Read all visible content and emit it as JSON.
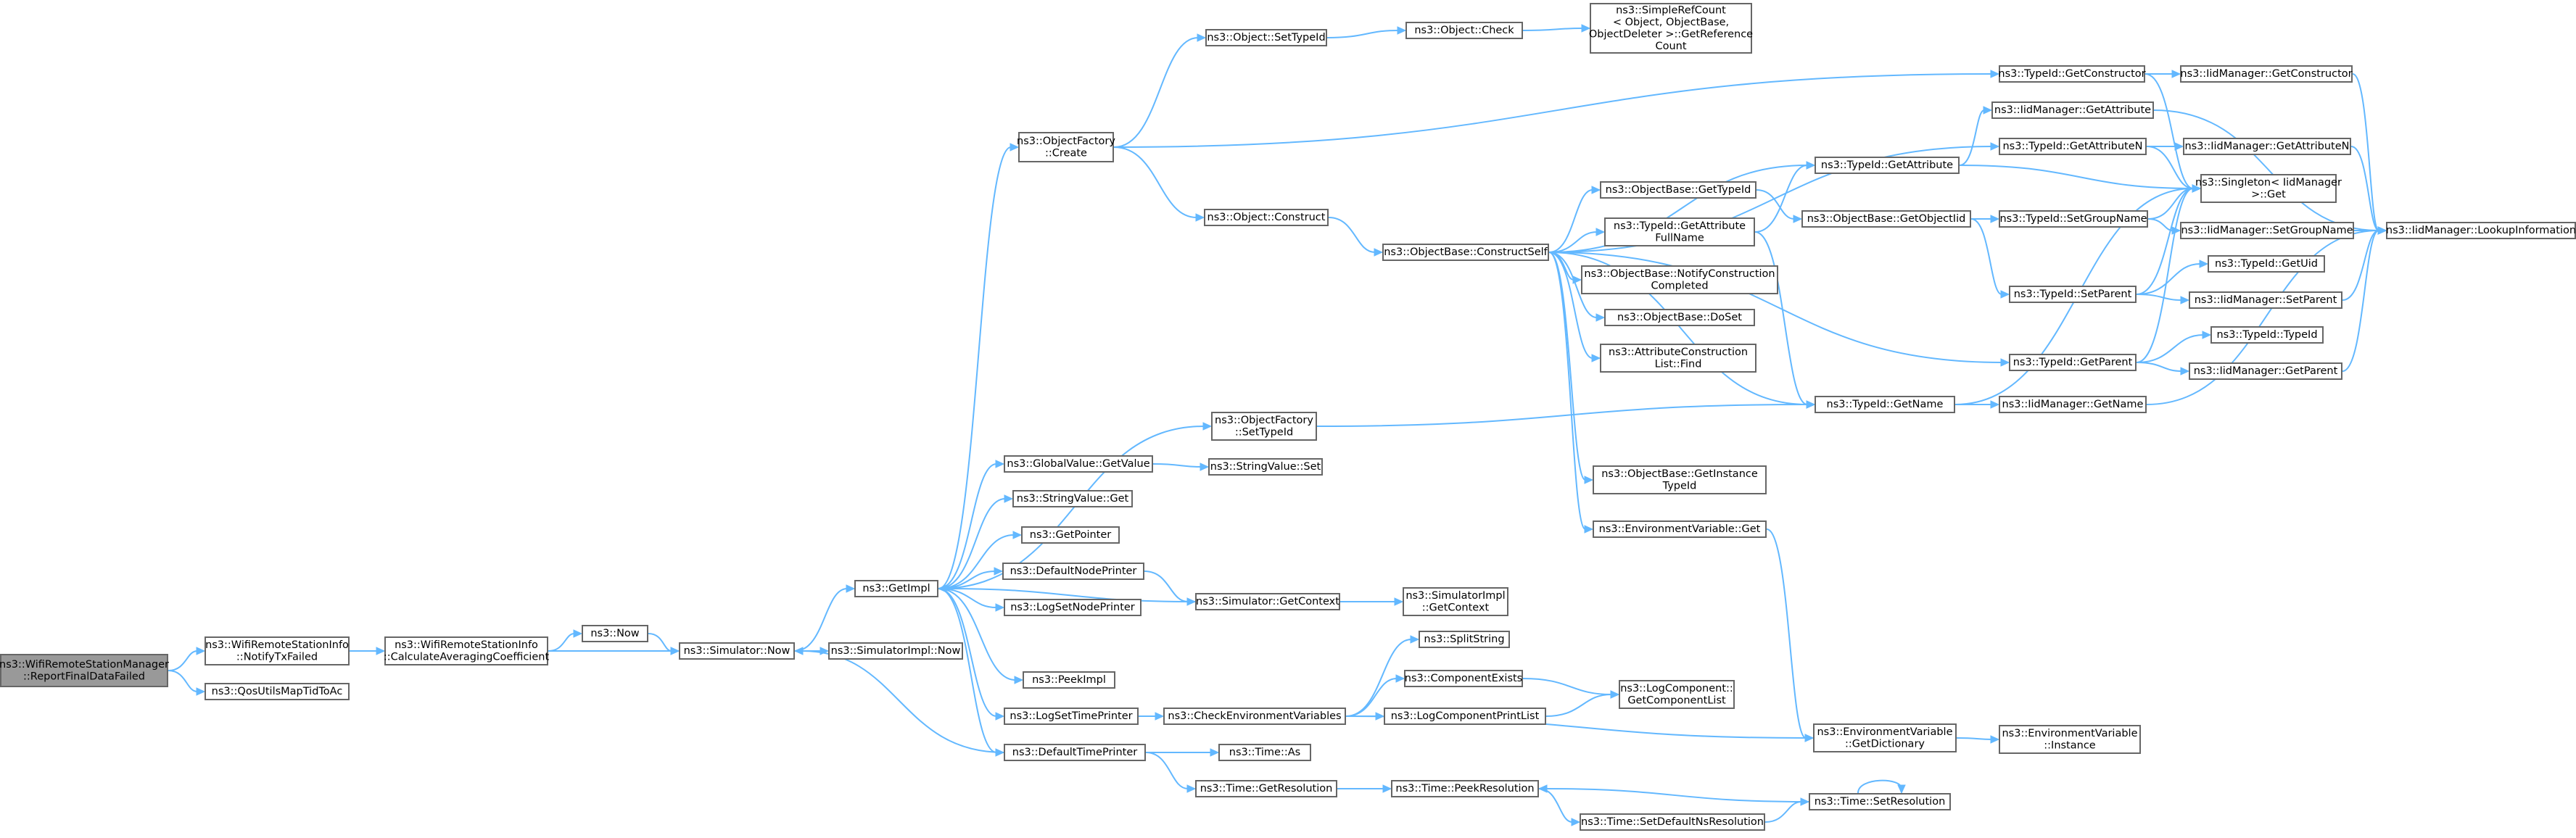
{
  "nodes": [
    {
      "id": "root",
      "lines": [
        "ns3::WifiRemoteStationManager",
        "::ReportFinalDataFailed"
      ],
      "root": true
    },
    {
      "id": "notify",
      "lines": [
        "ns3::WifiRemoteStationInfo",
        "::NotifyTxFailed"
      ]
    },
    {
      "id": "qos",
      "lines": [
        "ns3::QosUtilsMapTidToAc"
      ]
    },
    {
      "id": "calc",
      "lines": [
        "ns3::WifiRemoteStationInfo",
        "::CalculateAveragingCoefficient"
      ]
    },
    {
      "id": "now",
      "lines": [
        "ns3::Now"
      ]
    },
    {
      "id": "simnow",
      "lines": [
        "ns3::Simulator::Now"
      ]
    },
    {
      "id": "getimpl",
      "lines": [
        "ns3::GetImpl"
      ]
    },
    {
      "id": "simimplnow",
      "lines": [
        "ns3::SimulatorImpl::Now"
      ]
    },
    {
      "id": "ofcreate",
      "lines": [
        "ns3::ObjectFactory",
        "::Create"
      ]
    },
    {
      "id": "ofsettypeid",
      "lines": [
        "ns3::ObjectFactory",
        "::SetTypeId"
      ]
    },
    {
      "id": "gvgetvalue",
      "lines": [
        "ns3::GlobalValue::GetValue"
      ]
    },
    {
      "id": "svget",
      "lines": [
        "ns3::StringValue::Get"
      ]
    },
    {
      "id": "getpointer",
      "lines": [
        "ns3::GetPointer"
      ]
    },
    {
      "id": "defnodeprinter",
      "lines": [
        "ns3::DefaultNodePrinter"
      ]
    },
    {
      "id": "logsetnodeprinter",
      "lines": [
        "ns3::LogSetNodePrinter"
      ]
    },
    {
      "id": "peekimpl",
      "lines": [
        "ns3::PeekImpl"
      ]
    },
    {
      "id": "logsettimeprinter",
      "lines": [
        "ns3::LogSetTimePrinter"
      ]
    },
    {
      "id": "deftimeprinter",
      "lines": [
        "ns3::DefaultTimePrinter"
      ]
    },
    {
      "id": "objsettypeid",
      "lines": [
        "ns3::Object::SetTypeId"
      ]
    },
    {
      "id": "objconstruct",
      "lines": [
        "ns3::Object::Construct"
      ]
    },
    {
      "id": "svset",
      "lines": [
        "ns3::StringValue::Set"
      ]
    },
    {
      "id": "simgetcontext",
      "lines": [
        "ns3::Simulator::GetContext"
      ]
    },
    {
      "id": "checkenv",
      "lines": [
        "ns3::CheckEnvironmentVariables"
      ]
    },
    {
      "id": "timeas",
      "lines": [
        "ns3::Time::As"
      ]
    },
    {
      "id": "timegetres",
      "lines": [
        "ns3::Time::GetResolution"
      ]
    },
    {
      "id": "objcheck",
      "lines": [
        "ns3::Object::Check"
      ]
    },
    {
      "id": "obconstructself",
      "lines": [
        "ns3::ObjectBase::ConstructSelf"
      ]
    },
    {
      "id": "simimplgetcontext",
      "lines": [
        "ns3::SimulatorImpl",
        "::GetContext"
      ]
    },
    {
      "id": "splitstring",
      "lines": [
        "ns3::SplitString"
      ]
    },
    {
      "id": "compexists",
      "lines": [
        "ns3::ComponentExists"
      ]
    },
    {
      "id": "logcompprintlist",
      "lines": [
        "ns3::LogComponentPrintList"
      ]
    },
    {
      "id": "timepeekres",
      "lines": [
        "ns3::Time::PeekResolution"
      ]
    },
    {
      "id": "timesetdefns",
      "lines": [
        "ns3::Time::SetDefaultNsResolution"
      ]
    },
    {
      "id": "simplerefcount",
      "lines": [
        "ns3::SimpleRefCount",
        "< Object, ObjectBase,",
        "ObjectDeleter >::GetReference",
        "Count"
      ]
    },
    {
      "id": "obgettypeid",
      "lines": [
        "ns3::ObjectBase::GetTypeId"
      ]
    },
    {
      "id": "tidgetattrfullname",
      "lines": [
        "ns3::TypeId::GetAttribute",
        "FullName"
      ]
    },
    {
      "id": "obnotifyconstruction",
      "lines": [
        "ns3::ObjectBase::NotifyConstruction",
        "Completed"
      ]
    },
    {
      "id": "obdoset",
      "lines": [
        "ns3::ObjectBase::DoSet"
      ]
    },
    {
      "id": "attrconstructfind",
      "lines": [
        "ns3::AttributeConstruction",
        "List::Find"
      ]
    },
    {
      "id": "obgetinstancetypeid",
      "lines": [
        "ns3::ObjectBase::GetInstance",
        "TypeId"
      ]
    },
    {
      "id": "envget",
      "lines": [
        "ns3::EnvironmentVariable::Get"
      ]
    },
    {
      "id": "logcompgetlist",
      "lines": [
        "ns3::LogComponent::",
        "GetComponentList"
      ]
    },
    {
      "id": "timesetres",
      "lines": [
        "ns3::Time::SetResolution"
      ]
    },
    {
      "id": "tidgetattribute",
      "lines": [
        "ns3::TypeId::GetAttribute"
      ]
    },
    {
      "id": "obgetobjectiid",
      "lines": [
        "ns3::ObjectBase::GetObjectIid"
      ]
    },
    {
      "id": "tidgetname",
      "lines": [
        "ns3::TypeId::GetName"
      ]
    },
    {
      "id": "envgetdict",
      "lines": [
        "ns3::EnvironmentVariable",
        "::GetDictionary"
      ]
    },
    {
      "id": "tidgetconstructor",
      "lines": [
        "ns3::TypeId::GetConstructor"
      ]
    },
    {
      "id": "iidgetattribute",
      "lines": [
        "ns3::IidManager::GetAttribute"
      ]
    },
    {
      "id": "tidgetattributen",
      "lines": [
        "ns3::TypeId::GetAttributeN"
      ]
    },
    {
      "id": "tidsetgroupname",
      "lines": [
        "ns3::TypeId::SetGroupName"
      ]
    },
    {
      "id": "tidsetparent",
      "lines": [
        "ns3::TypeId::SetParent"
      ]
    },
    {
      "id": "tidgetparent",
      "lines": [
        "ns3::TypeId::GetParent"
      ]
    },
    {
      "id": "iidgetname",
      "lines": [
        "ns3::IidManager::GetName"
      ]
    },
    {
      "id": "envinstance",
      "lines": [
        "ns3::EnvironmentVariable",
        "::Instance"
      ]
    },
    {
      "id": "iidgetconstructor",
      "lines": [
        "ns3::IidManager::GetConstructor"
      ]
    },
    {
      "id": "iidgetattributen",
      "lines": [
        "ns3::IidManager::GetAttributeN"
      ]
    },
    {
      "id": "singletonget",
      "lines": [
        "ns3::Singleton< IidManager",
        ">::Get"
      ]
    },
    {
      "id": "iidsetgroupname",
      "lines": [
        "ns3::IidManager::SetGroupName"
      ]
    },
    {
      "id": "tidgetuid",
      "lines": [
        "ns3::TypeId::GetUid"
      ]
    },
    {
      "id": "iidsetparent",
      "lines": [
        "ns3::IidManager::SetParent"
      ]
    },
    {
      "id": "tidtypeid",
      "lines": [
        "ns3::TypeId::TypeId"
      ]
    },
    {
      "id": "iidgetparent",
      "lines": [
        "ns3::IidManager::GetParent"
      ]
    },
    {
      "id": "iidlookup",
      "lines": [
        "ns3::IidManager::LookupInformation"
      ]
    }
  ],
  "edges": [
    [
      "root",
      "notify"
    ],
    [
      "root",
      "qos"
    ],
    [
      "notify",
      "calc"
    ],
    [
      "calc",
      "now"
    ],
    [
      "calc",
      "simnow"
    ],
    [
      "now",
      "simnow"
    ],
    [
      "simnow",
      "getimpl"
    ],
    [
      "simnow",
      "simimplnow"
    ],
    [
      "getimpl",
      "ofcreate"
    ],
    [
      "getimpl",
      "ofsettypeid"
    ],
    [
      "getimpl",
      "gvgetvalue"
    ],
    [
      "getimpl",
      "svget"
    ],
    [
      "getimpl",
      "getpointer"
    ],
    [
      "getimpl",
      "defnodeprinter"
    ],
    [
      "getimpl",
      "logsetnodeprinter"
    ],
    [
      "getimpl",
      "peekimpl"
    ],
    [
      "getimpl",
      "logsettimeprinter"
    ],
    [
      "getimpl",
      "deftimeprinter"
    ],
    [
      "ofcreate",
      "objsettypeid"
    ],
    [
      "ofcreate",
      "objconstruct"
    ],
    [
      "ofcreate",
      "tidgetconstructor"
    ],
    [
      "ofsettypeid",
      "tidgetname"
    ],
    [
      "gvgetvalue",
      "svset"
    ],
    [
      "defnodeprinter",
      "simgetcontext"
    ],
    [
      "simgetcontext",
      "getimpl"
    ],
    [
      "simgetcontext",
      "simimplgetcontext"
    ],
    [
      "logsettimeprinter",
      "checkenv"
    ],
    [
      "deftimeprinter",
      "simnow"
    ],
    [
      "deftimeprinter",
      "timeas"
    ],
    [
      "deftimeprinter",
      "timegetres"
    ],
    [
      "objsettypeid",
      "objcheck"
    ],
    [
      "objcheck",
      "simplerefcount"
    ],
    [
      "objconstruct",
      "obconstructself"
    ],
    [
      "checkenv",
      "splitstring"
    ],
    [
      "checkenv",
      "compexists"
    ],
    [
      "checkenv",
      "logcompprintlist"
    ],
    [
      "checkenv",
      "envgetdict"
    ],
    [
      "compexists",
      "logcompgetlist"
    ],
    [
      "logcompprintlist",
      "logcompgetlist"
    ],
    [
      "timegetres",
      "timepeekres"
    ],
    [
      "timepeekres",
      "timesetdefns"
    ],
    [
      "timesetdefns",
      "timesetres"
    ],
    [
      "timesetres",
      "timepeekres"
    ],
    [
      "timesetres",
      "timesetres"
    ],
    [
      "obconstructself",
      "obgettypeid"
    ],
    [
      "obconstructself",
      "tidgetattrfullname"
    ],
    [
      "obconstructself",
      "obnotifyconstruction"
    ],
    [
      "obconstructself",
      "obdoset"
    ],
    [
      "obconstructself",
      "attrconstructfind"
    ],
    [
      "obconstructself",
      "obgetinstancetypeid"
    ],
    [
      "obconstructself",
      "envget"
    ],
    [
      "obconstructself",
      "tidgetattribute"
    ],
    [
      "obconstructself",
      "tidgetname"
    ],
    [
      "obconstructself",
      "tidgetattributen"
    ],
    [
      "obconstructself",
      "tidgetparent"
    ],
    [
      "obgettypeid",
      "obgetobjectiid"
    ],
    [
      "tidgetattrfullname",
      "tidgetattribute"
    ],
    [
      "tidgetattrfullname",
      "tidgetname"
    ],
    [
      "envget",
      "envgetdict"
    ],
    [
      "tidgetattribute",
      "iidgetattribute"
    ],
    [
      "tidgetattribute",
      "singletonget"
    ],
    [
      "obgetobjectiid",
      "tidsetgroupname"
    ],
    [
      "obgetobjectiid",
      "tidsetparent"
    ],
    [
      "tidgetname",
      "iidgetname"
    ],
    [
      "tidgetname",
      "singletonget"
    ],
    [
      "envgetdict",
      "envinstance"
    ],
    [
      "tidgetconstructor",
      "iidgetconstructor"
    ],
    [
      "tidgetconstructor",
      "singletonget"
    ],
    [
      "iidgetattribute",
      "iidlookup"
    ],
    [
      "tidgetattributen",
      "iidgetattributen"
    ],
    [
      "tidgetattributen",
      "singletonget"
    ],
    [
      "tidsetgroupname",
      "iidsetgroupname"
    ],
    [
      "tidsetgroupname",
      "singletonget"
    ],
    [
      "tidsetparent",
      "tidgetuid"
    ],
    [
      "tidsetparent",
      "iidsetparent"
    ],
    [
      "tidsetparent",
      "singletonget"
    ],
    [
      "tidgetparent",
      "tidtypeid"
    ],
    [
      "tidgetparent",
      "iidgetparent"
    ],
    [
      "tidgetparent",
      "singletonget"
    ],
    [
      "iidgetname",
      "iidlookup"
    ],
    [
      "iidgetconstructor",
      "iidlookup"
    ],
    [
      "iidgetattributen",
      "iidlookup"
    ],
    [
      "iidsetgroupname",
      "iidlookup"
    ],
    [
      "iidsetparent",
      "iidlookup"
    ],
    [
      "iidgetparent",
      "iidlookup"
    ]
  ]
}
